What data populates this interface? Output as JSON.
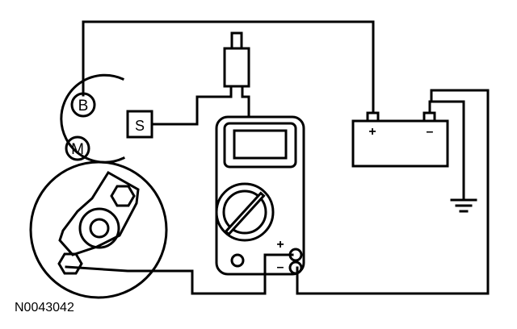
{
  "starter": {
    "terminal_b": "B",
    "terminal_m": "M",
    "terminal_s": "S"
  },
  "battery": {
    "positive_sign": "+",
    "negative_sign": "–"
  },
  "multimeter": {
    "positive_sign": "+",
    "negative_sign": "–"
  },
  "figure_id": "N0043042",
  "colors": {
    "stroke": "#000000",
    "background": "#ffffff"
  }
}
